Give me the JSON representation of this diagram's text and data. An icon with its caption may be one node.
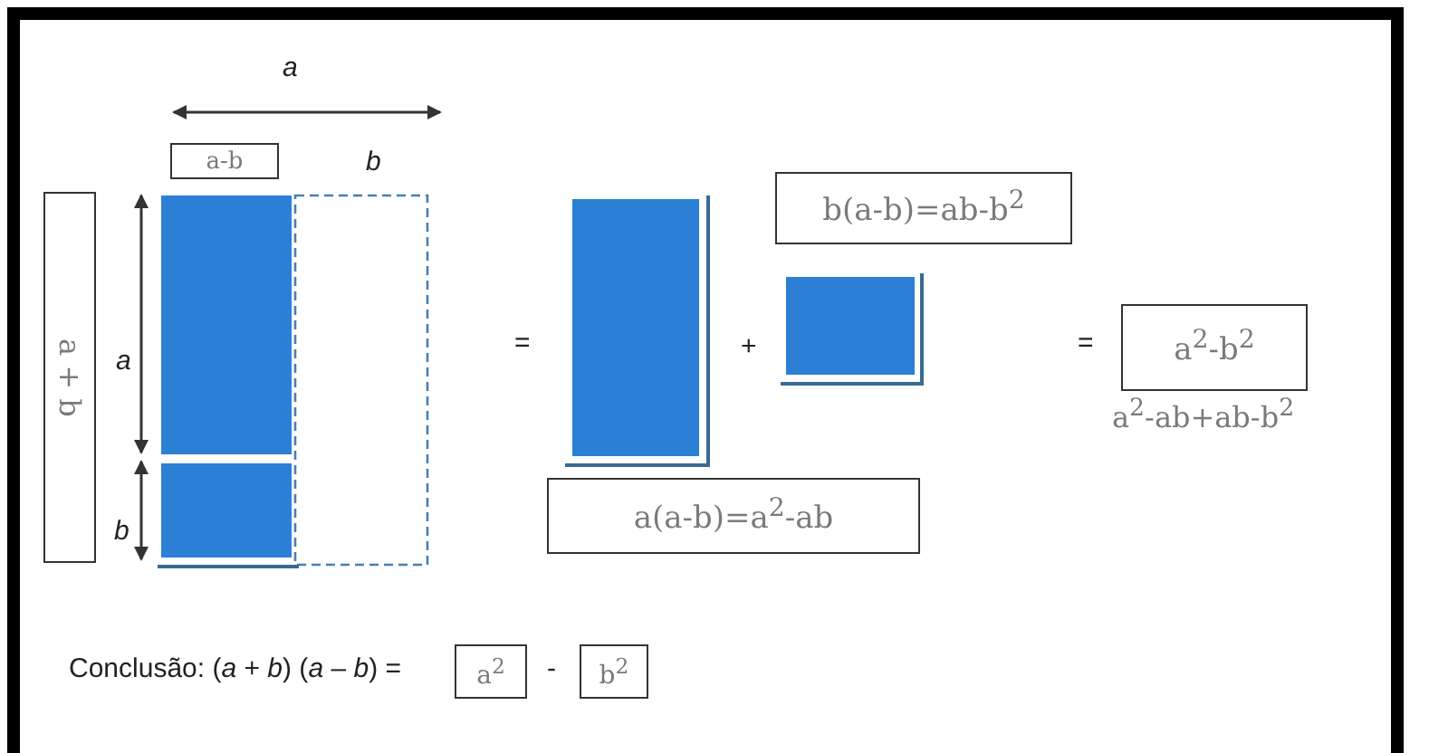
{
  "diagram": {
    "nodes": [
      {
        "text": [
          "a-b"
        ]
      },
      {
        "text": [
          "a + b"
        ]
      },
      {
        "text": [
          "b(a-b)=ab-b$^{2}$"
        ]
      },
      {
        "text": [
          "a(a-b)=a$^{2}$-ab"
        ]
      },
      {
        "text": [
          "a$^{2}$-b$^{2}$"
        ]
      },
      {
        "text": [
          "a$^{2}$"
        ]
      },
      {
        "text": [
          "b$^{2}$"
        ]
      }
    ],
    "labels": [
      "a",
      "b",
      "a",
      "b",
      "=",
      "+",
      "=",
      "a$^{2}$-ab+ab-b$^{2}$",
      "Conclusão: (*a* + *b*) (*a* – *b*) =",
      "-"
    ]
  }
}
